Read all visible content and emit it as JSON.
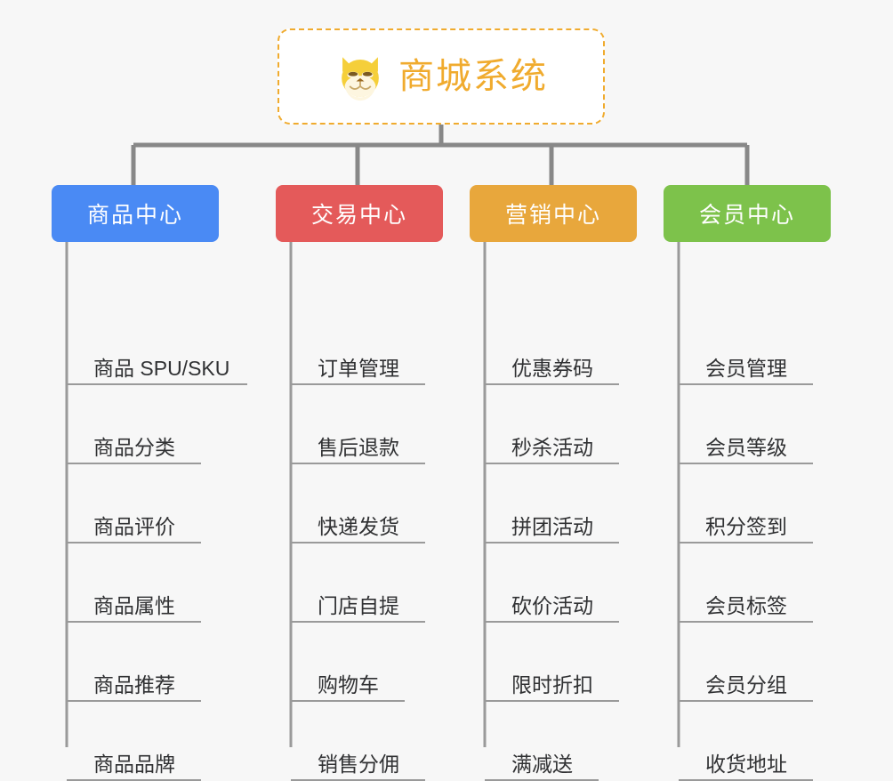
{
  "page": {
    "background_color": "#f7f7f7",
    "connector_color": "#888888",
    "leaf_line_color": "#9a9a9a",
    "leaf_text_color": "#303133"
  },
  "root": {
    "title": "商城系统",
    "icon": "shiba-dog-face-icon",
    "accent_color": "#f0ab2e",
    "border_style": "dashed",
    "background_color": "#ffffff"
  },
  "columns": [
    {
      "id": "product-center",
      "label": "商品中心",
      "color": "#4a8af4",
      "items": [
        {
          "label": "商品 SPU/SKU",
          "underline_width": 203
        },
        {
          "label": "商品分类",
          "underline_width": 151
        },
        {
          "label": "商品评价",
          "underline_width": 151
        },
        {
          "label": "商品属性",
          "underline_width": 151
        },
        {
          "label": "商品推荐",
          "underline_width": 151
        },
        {
          "label": "商品品牌",
          "underline_width": 151
        }
      ]
    },
    {
      "id": "trade-center",
      "label": "交易中心",
      "color": "#e45a5a",
      "items": [
        {
          "label": "订单管理",
          "underline_width": 151
        },
        {
          "label": "售后退款",
          "underline_width": 151
        },
        {
          "label": "快递发货",
          "underline_width": 151
        },
        {
          "label": "门店自提",
          "underline_width": 151
        },
        {
          "label": "购物车",
          "underline_width": 128
        },
        {
          "label": "销售分佣",
          "underline_width": 151
        }
      ]
    },
    {
      "id": "marketing-center",
      "label": "营销中心",
      "color": "#e8a73c",
      "items": [
        {
          "label": "优惠券码",
          "underline_width": 151
        },
        {
          "label": "秒杀活动",
          "underline_width": 151
        },
        {
          "label": "拼团活动",
          "underline_width": 151
        },
        {
          "label": "砍价活动",
          "underline_width": 151
        },
        {
          "label": "限时折扣",
          "underline_width": 151
        },
        {
          "label": "满减送",
          "underline_width": 128
        }
      ]
    },
    {
      "id": "member-center",
      "label": "会员中心",
      "color": "#7dc24b",
      "items": [
        {
          "label": "会员管理",
          "underline_width": 151
        },
        {
          "label": "会员等级",
          "underline_width": 151
        },
        {
          "label": "积分签到",
          "underline_width": 151
        },
        {
          "label": "会员标签",
          "underline_width": 151
        },
        {
          "label": "会员分组",
          "underline_width": 151
        },
        {
          "label": "收货地址",
          "underline_width": 151
        }
      ]
    }
  ]
}
